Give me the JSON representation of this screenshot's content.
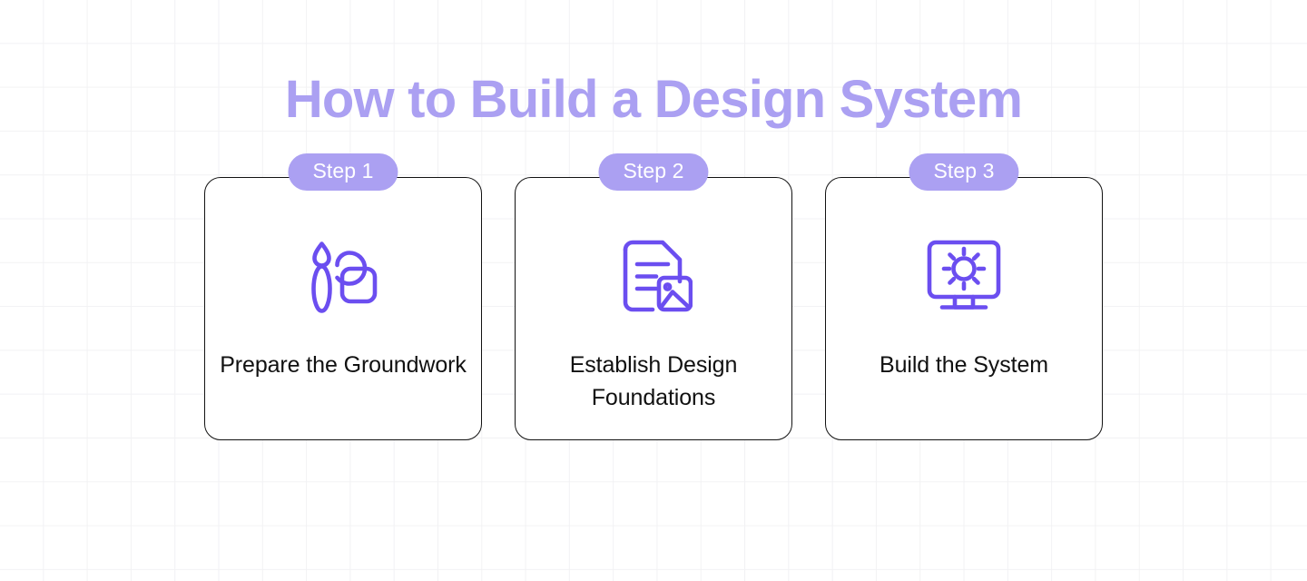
{
  "theme": {
    "background": "#ffffff",
    "grid_line": "#f2f2f4",
    "title_color": "#aba0f2",
    "badge_color": "#aba0f2",
    "badge_text_color": "#ffffff",
    "icon_color": "#6b4ef0",
    "card_border": "#121212",
    "card_text": "#111111"
  },
  "header": {
    "title": "How to Build a Design System"
  },
  "steps": [
    {
      "badge": "Step 1",
      "label": "Prepare the Groundwork",
      "icon": "paintbrush-shapes-icon"
    },
    {
      "badge": "Step 2",
      "label": "Establish Design Foundations",
      "icon": "document-image-icon"
    },
    {
      "badge": "Step 3",
      "label": "Build the System",
      "icon": "monitor-brightness-icon"
    }
  ]
}
